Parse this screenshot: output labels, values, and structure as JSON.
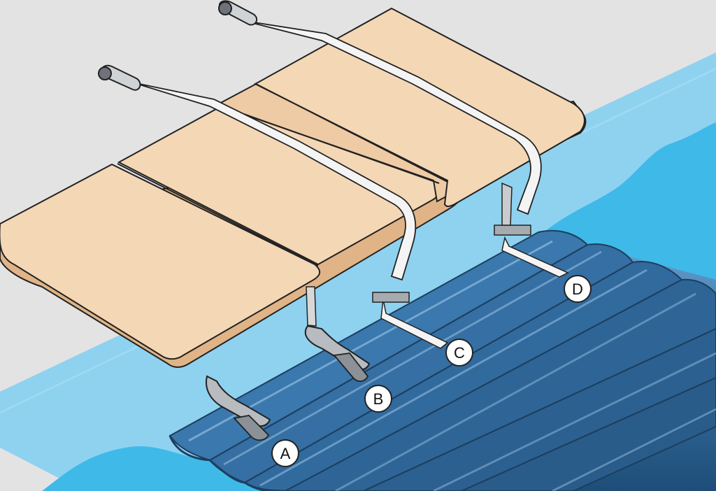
{
  "colors": {
    "deck": "#e3e3e3",
    "pool_light": "#8ed2f0",
    "pool_dark": "#3fb9e8",
    "coping_top": "#f4d7b5",
    "coping_side": "#e4b98a",
    "slat": "#2e6a9c",
    "slat_dark": "#1f4f78",
    "strap": "#f4f4f4",
    "metal": "#9aa0a6",
    "outline": "#222222"
  },
  "callouts": [
    {
      "id": "A",
      "label": "A"
    },
    {
      "id": "B",
      "label": "B"
    },
    {
      "id": "C",
      "label": "C"
    },
    {
      "id": "D",
      "label": "D"
    }
  ]
}
